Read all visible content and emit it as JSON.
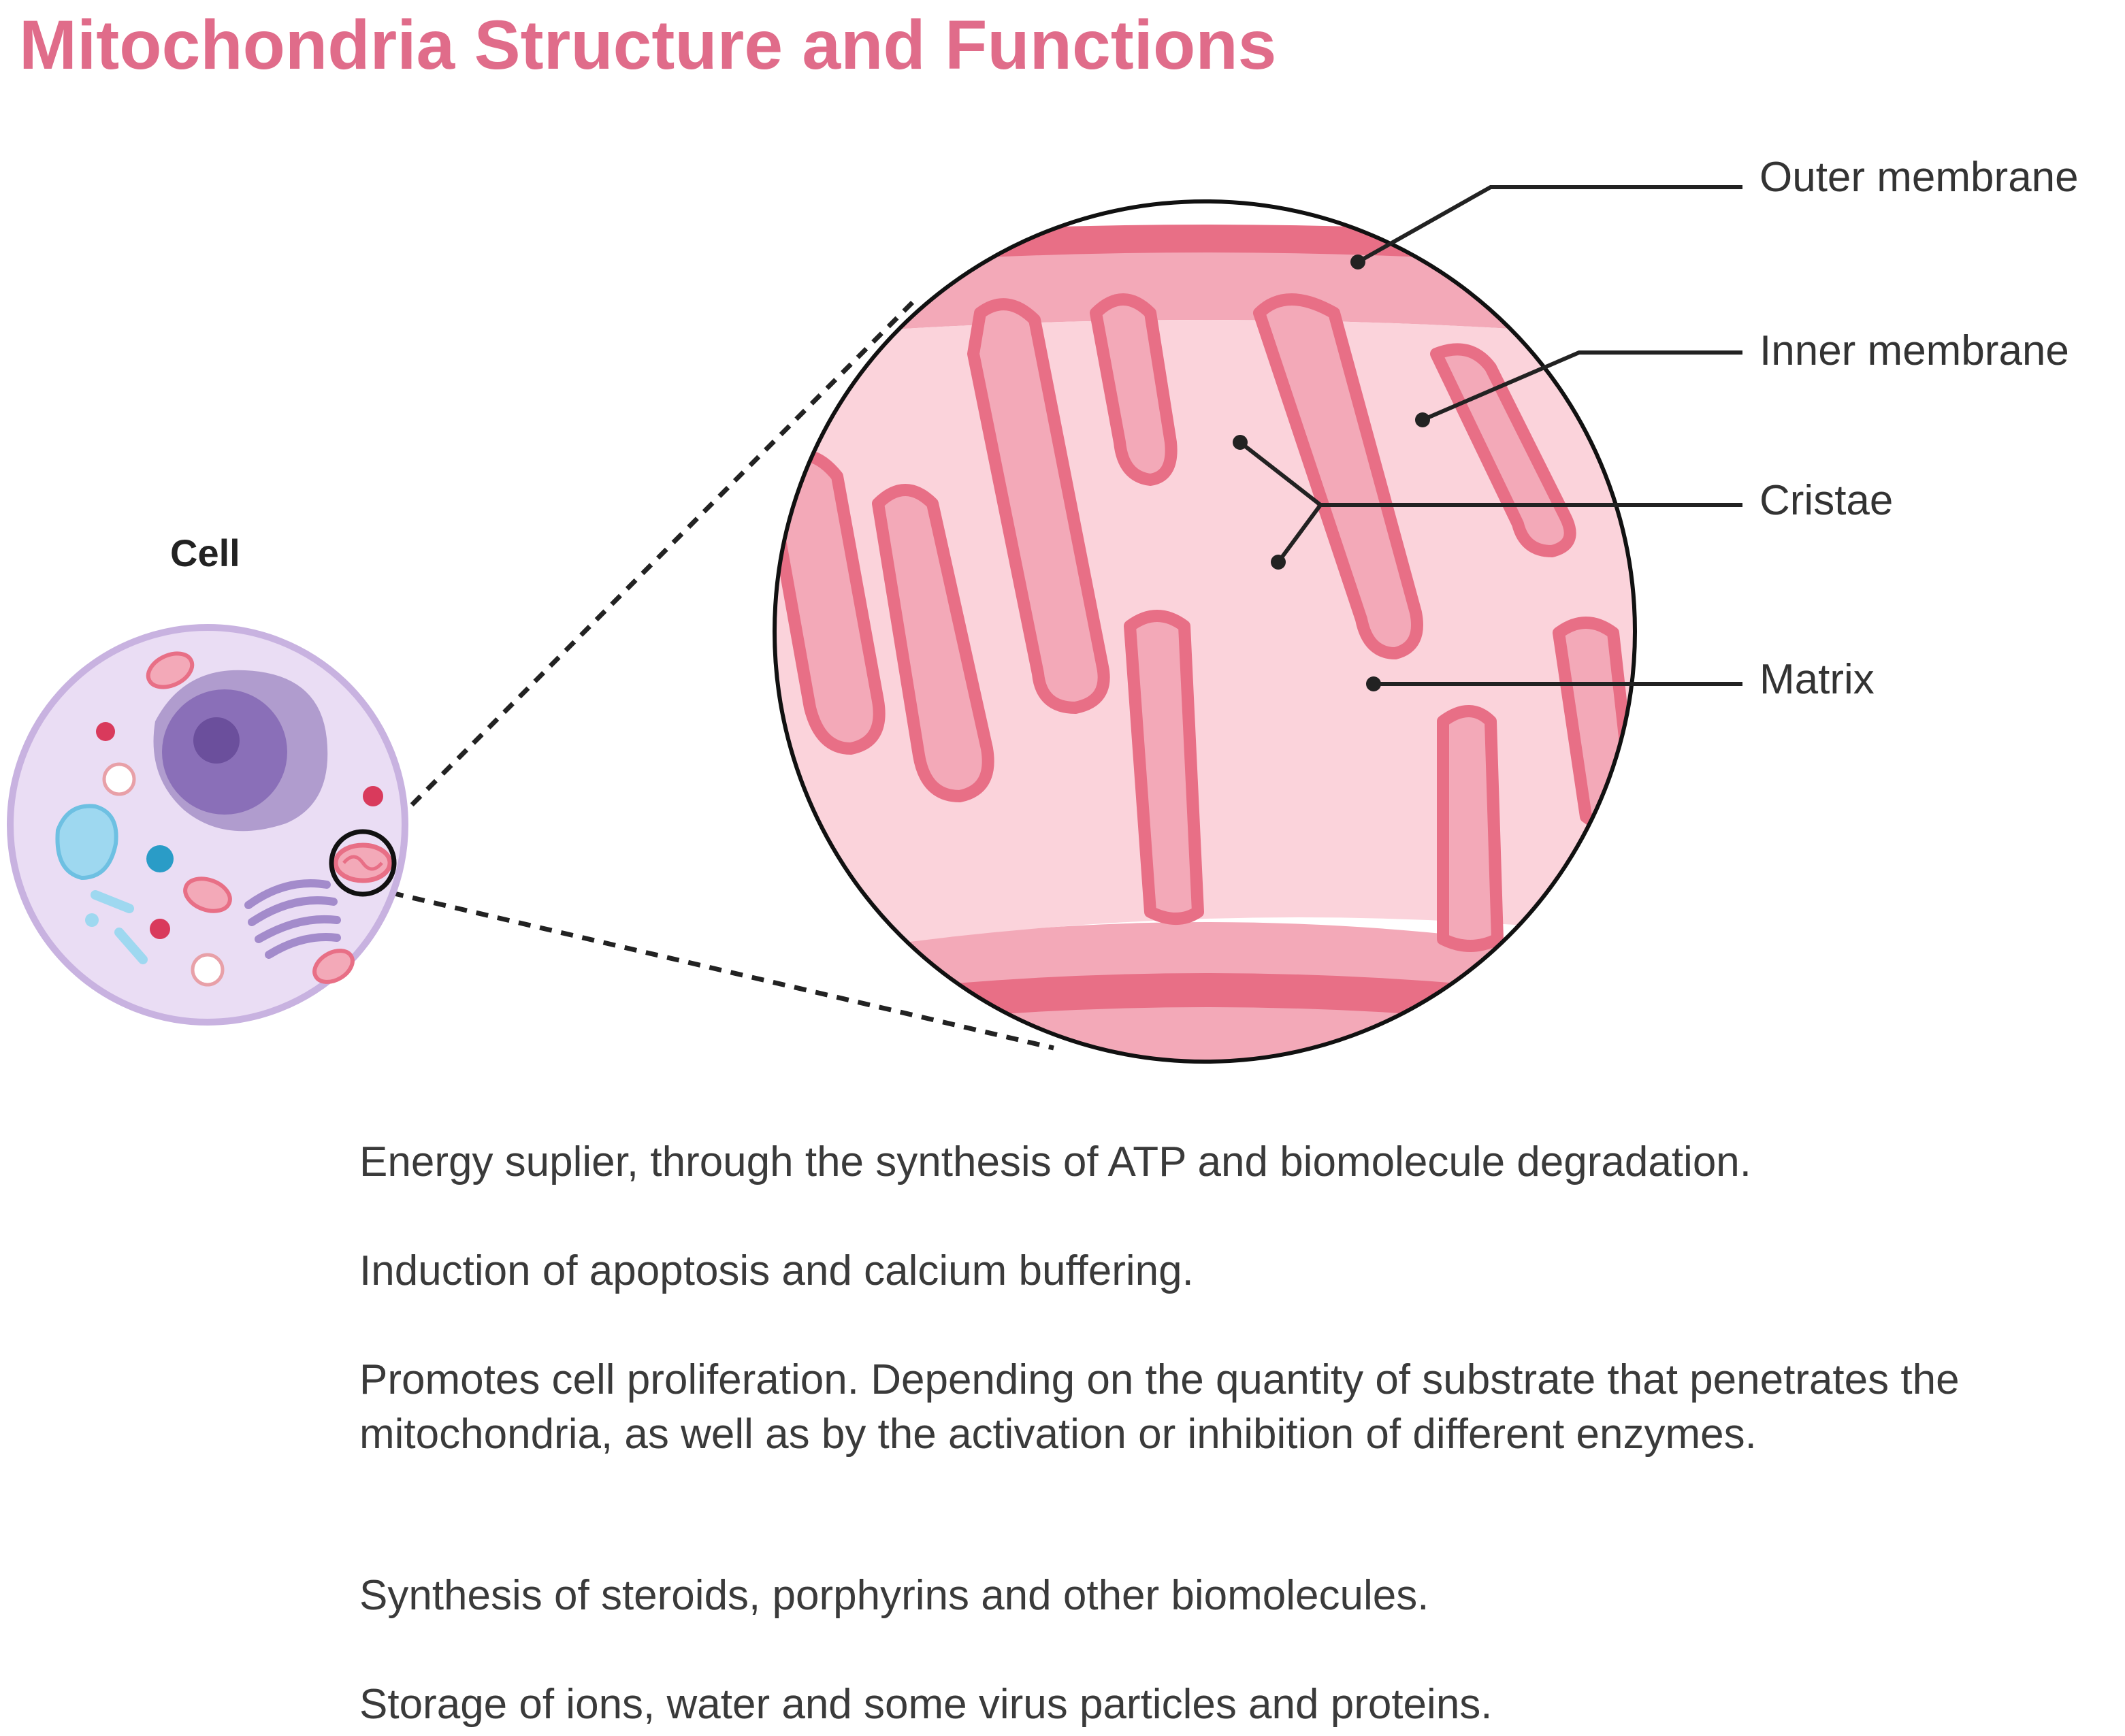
{
  "title": "Mitochondria Structure and Functions",
  "cell_label": "Cell",
  "callouts": [
    "Outer membrane",
    "Inner membrane",
    "Cristae",
    "Matrix"
  ],
  "functions": [
    "Energy suplier, through the synthesis of ATP and biomolecule degradation.",
    "Induction of apoptosis and calcium buffering.",
    "Promotes cell proliferation. Depending on the quantity of substrate that penetrates the mitochondria, as well as by the activation or inhibition of different enzymes.",
    "Synthesis of steroids, porphyrins and other biomolecules.",
    "Storage of ions, water and some virus particles and proteins."
  ],
  "colors": {
    "title": "#E06C8A",
    "membrane": "#E86F86",
    "intermembrane": "#F3A9B8",
    "matrix": "#FBD3DB",
    "cell_fill": "#EADDF4",
    "cell_outline": "#C8B2E0",
    "nucleus": "#8A6FB8"
  }
}
